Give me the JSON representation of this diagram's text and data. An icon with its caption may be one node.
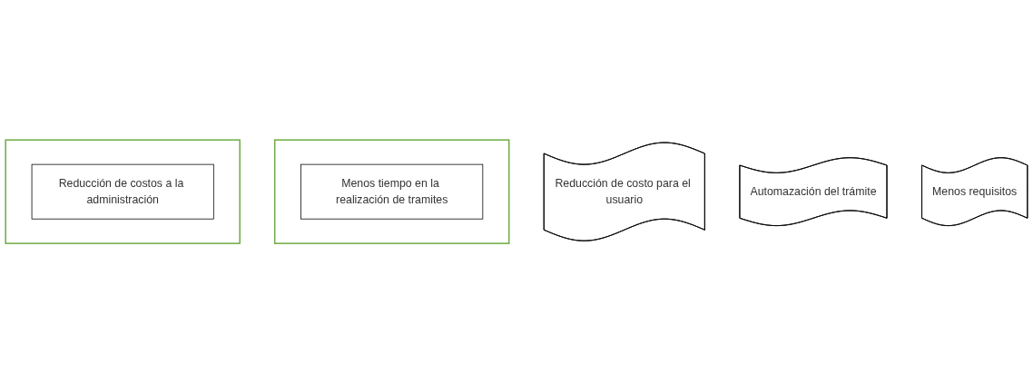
{
  "diagram": {
    "nodes": [
      {
        "text": [
          "Reducción de costo para el usuario"
        ]
      },
      {
        "text": [
          "Automazación del trámite"
        ]
      },
      {
        "text": [
          "Menos requisitos"
        ]
      },
      {
        "text": [],
        "shape": "document"
      },
      {
        "text": [
          "Menos tiempo en la realización de tramites"
        ],
        "in": 3
      },
      {
        "text": [],
        "shape": "document"
      },
      {
        "text": [
          "Reducción de costos a la administración"
        ],
        "in": 5
      }
    ],
    "edges": []
  }
}
